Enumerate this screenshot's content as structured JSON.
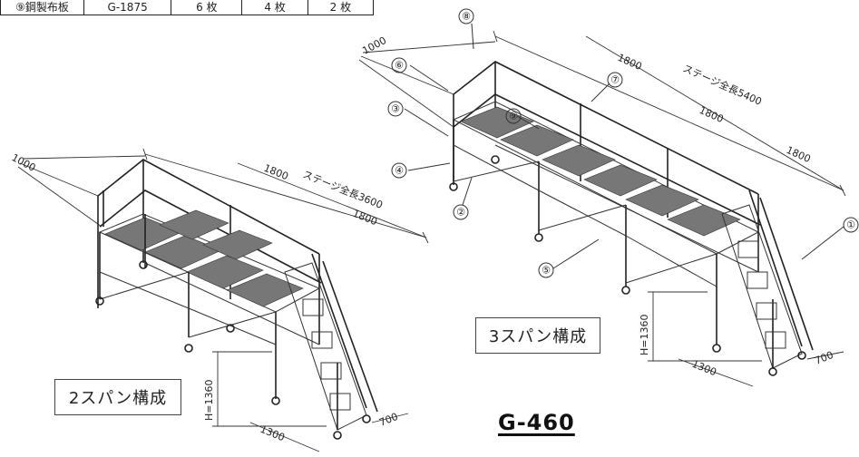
{
  "legend": {
    "part": "⑨鋼製布板",
    "code": "G-1875",
    "qty_a": "6 枚",
    "qty_b": "4 枚",
    "qty_c": "2 枚"
  },
  "configs": {
    "two_span": "2スパン構成",
    "three_span": "3スパン構成"
  },
  "model": "G-460",
  "dimensions": {
    "left": {
      "width": "1000",
      "span1": "1800",
      "span2": "1800",
      "total": "ステージ全長3600",
      "height": "H=1360",
      "stair_depth": "1300",
      "stair_width": "700"
    },
    "right": {
      "width": "1000",
      "span1": "1800",
      "span2": "1800",
      "span3": "1800",
      "total": "ステージ全長5400",
      "height": "H=1360",
      "stair_depth": "1300",
      "stair_width": "700"
    }
  },
  "callouts": [
    "①",
    "②",
    "③",
    "④",
    "⑤",
    "⑥",
    "⑦",
    "⑧",
    "⑨"
  ]
}
